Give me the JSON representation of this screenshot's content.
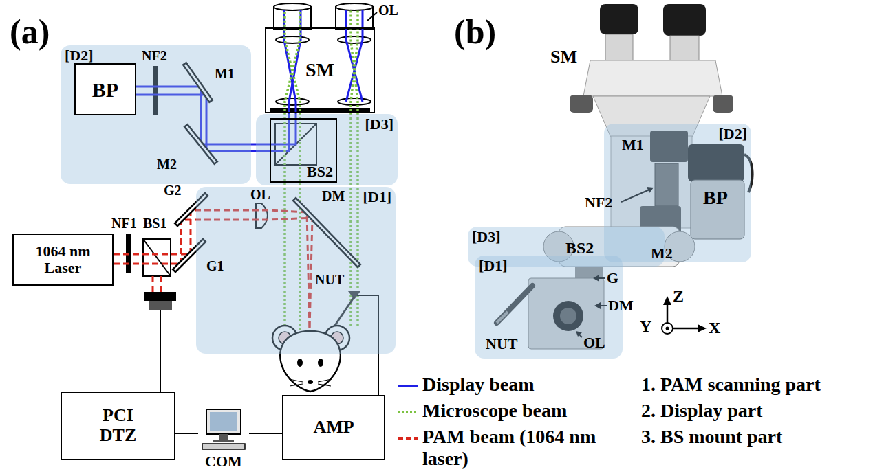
{
  "diagram": {
    "nodes": [
      {
        "text": [
          "[D2]"
        ]
      },
      {
        "text": [
          "BP"
        ],
        "in": 0
      },
      {
        "text": [
          "SM"
        ]
      },
      {
        "text": [
          "[D3]"
        ]
      },
      {
        "text": [
          "BS2"
        ],
        "in": 3
      },
      {
        "text": [
          "[D1]"
        ]
      },
      {
        "text": [
          "1064 nm Laser"
        ]
      },
      {
        "text": [
          "PCI DTZ"
        ]
      },
      {
        "text": [
          "COM"
        ]
      },
      {
        "text": [
          "AMP"
        ]
      },
      {
        "text": [
          "[D2]"
        ]
      },
      {
        "text": [
          "[D3]"
        ]
      },
      {
        "text": [
          "[D1]"
        ]
      }
    ],
    "edges": [
      {
        "from": 7,
        "to": 8,
        "arrow": "none"
      },
      {
        "from": 8,
        "to": 9,
        "arrow": "none"
      }
    ],
    "labels": [
      "(a)",
      "OL",
      "NF2",
      "M1",
      "M2",
      "G2",
      "OL",
      "DM",
      "NF1",
      "BS1",
      "G1",
      "NUT",
      "(b)",
      "SM",
      "M1",
      "NF2",
      "BP",
      "M2",
      "BS2",
      "G",
      "DM",
      "OL",
      "NUT",
      "Z",
      "Y",
      "X",
      "1. PAM scanning part",
      "2. Display part",
      "3. BS mount part"
    ],
    "legend": [
      {
        "text": "Display beam"
      },
      {
        "text": "Microscope beam"
      },
      {
        "text": "PAM beam (1064 nm laser)"
      }
    ]
  }
}
